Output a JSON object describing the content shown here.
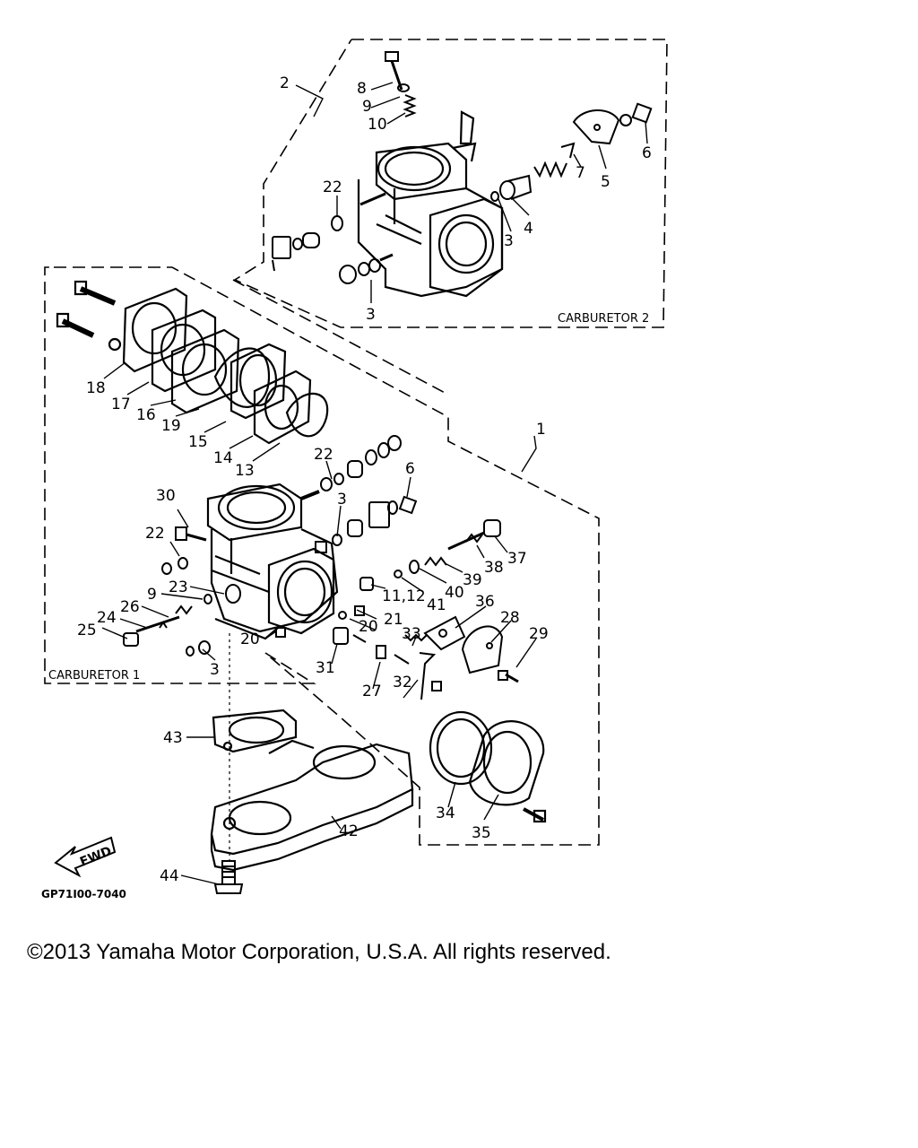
{
  "diagram": {
    "drawing_code": "GP71I00-7040",
    "fwd_label": "FWD",
    "group_labels": {
      "carburetor_1": "CARBURETOR 1",
      "carburetor_2": "CARBURETOR 2"
    },
    "callouts": [
      {
        "id": "c-2",
        "text": "2"
      },
      {
        "id": "c-8",
        "text": "8"
      },
      {
        "id": "c-9a",
        "text": "9"
      },
      {
        "id": "c-10",
        "text": "10"
      },
      {
        "id": "c-6a",
        "text": "6"
      },
      {
        "id": "c-5",
        "text": "5"
      },
      {
        "id": "c-7",
        "text": "7"
      },
      {
        "id": "c-22a",
        "text": "22"
      },
      {
        "id": "c-3a",
        "text": "3"
      },
      {
        "id": "c-4",
        "text": "4"
      },
      {
        "id": "c-3b",
        "text": "3"
      },
      {
        "id": "c-18",
        "text": "18"
      },
      {
        "id": "c-17",
        "text": "17"
      },
      {
        "id": "c-16",
        "text": "16"
      },
      {
        "id": "c-19",
        "text": "19"
      },
      {
        "id": "c-15",
        "text": "15"
      },
      {
        "id": "c-14",
        "text": "14"
      },
      {
        "id": "c-13",
        "text": "13"
      },
      {
        "id": "c-1",
        "text": "1"
      },
      {
        "id": "c-22b",
        "text": "22"
      },
      {
        "id": "c-6b",
        "text": "6"
      },
      {
        "id": "c-30",
        "text": "30"
      },
      {
        "id": "c-3c",
        "text": "3"
      },
      {
        "id": "c-22c",
        "text": "22"
      },
      {
        "id": "c-37",
        "text": "37"
      },
      {
        "id": "c-38",
        "text": "38"
      },
      {
        "id": "c-39",
        "text": "39"
      },
      {
        "id": "c-40",
        "text": "40"
      },
      {
        "id": "c-41",
        "text": "41"
      },
      {
        "id": "c-1112",
        "text": "11,12"
      },
      {
        "id": "c-9b",
        "text": "9"
      },
      {
        "id": "c-23",
        "text": "23"
      },
      {
        "id": "c-26",
        "text": "26"
      },
      {
        "id": "c-24",
        "text": "24"
      },
      {
        "id": "c-25",
        "text": "25"
      },
      {
        "id": "c-20a",
        "text": "20"
      },
      {
        "id": "c-21",
        "text": "21"
      },
      {
        "id": "c-36",
        "text": "36"
      },
      {
        "id": "c-28",
        "text": "28"
      },
      {
        "id": "c-20b",
        "text": "20"
      },
      {
        "id": "c-33",
        "text": "33"
      },
      {
        "id": "c-29",
        "text": "29"
      },
      {
        "id": "c-3d",
        "text": "3"
      },
      {
        "id": "c-31",
        "text": "31"
      },
      {
        "id": "c-27",
        "text": "27"
      },
      {
        "id": "c-32",
        "text": "32"
      },
      {
        "id": "c-43",
        "text": "43"
      },
      {
        "id": "c-34",
        "text": "34"
      },
      {
        "id": "c-35",
        "text": "35"
      },
      {
        "id": "c-42",
        "text": "42"
      },
      {
        "id": "c-44",
        "text": "44"
      }
    ]
  },
  "footer": {
    "copyright": "©2013 Yamaha Motor Corporation, U.S.A. All rights reserved."
  }
}
